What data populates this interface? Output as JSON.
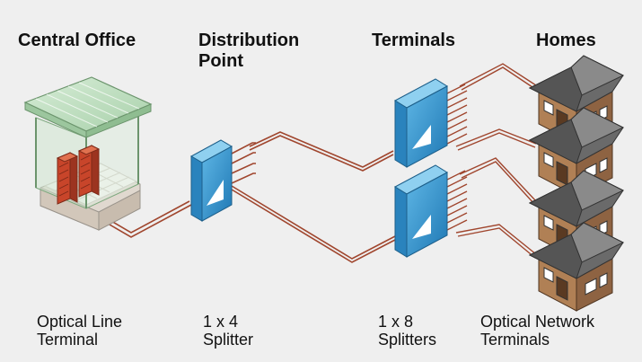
{
  "headers": {
    "central_office": "Central Office",
    "distribution_line1": "Distribution",
    "distribution_line2": "Point",
    "terminals": "Terminals",
    "homes": "Homes"
  },
  "captions": {
    "olt_line1": "Optical Line",
    "olt_line2": "Terminal",
    "splitter4_line1": "1 x 4",
    "splitter4_line2": "Splitter",
    "splitter8_line1": "1 x 8",
    "splitter8_line2": "Splitters",
    "ont_line1": "Optical Network",
    "ont_line2": "Terminals"
  },
  "colors": {
    "background": "#efefef",
    "fiber": "#a0462e",
    "splitter_blue": "#2f93cc",
    "olt_red": "#cc4a2c",
    "roof": "#6a6a6a",
    "house_wall": "#b08055"
  },
  "icons": [
    "central-office-building-icon",
    "splitter-icon",
    "house-icon"
  ]
}
